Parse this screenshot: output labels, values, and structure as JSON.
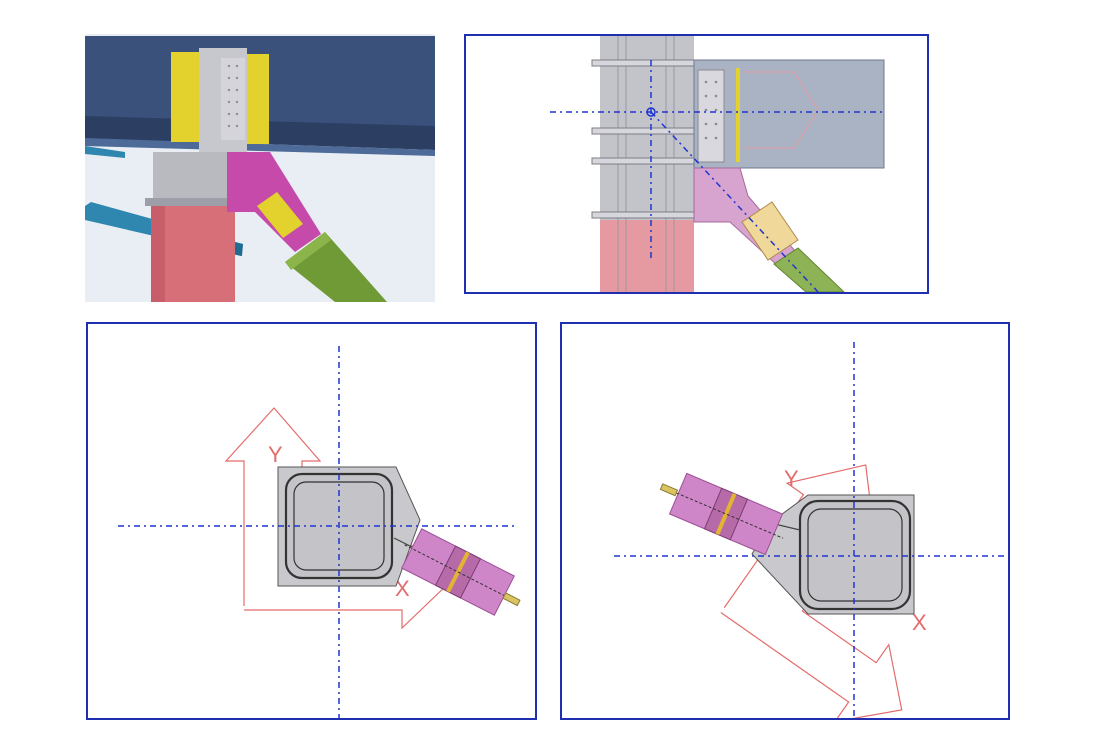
{
  "panels": {
    "iso_view": {},
    "elevation_view": {},
    "plan_view_a": {
      "y_axis_label": "Y",
      "x_axis_label": "X"
    },
    "plan_view_b": {
      "y_axis_label": "Y",
      "x_axis_label": "X"
    }
  },
  "colors": {
    "frame_border": "#1f2fb0",
    "centerline": "#1f35d0",
    "beam_navy": "#3a517b",
    "column_red": "#d66f78",
    "column_grey": "#b9b9c0",
    "gusset_magenta": "#c64aa9",
    "brace_green": "#6f9a36",
    "splice_yellow": "#e3d22e",
    "secondary_beam_teal": "#2f86ae",
    "ucs_arrow": "#e46b6b",
    "splice_pink": "#cf86c9"
  }
}
